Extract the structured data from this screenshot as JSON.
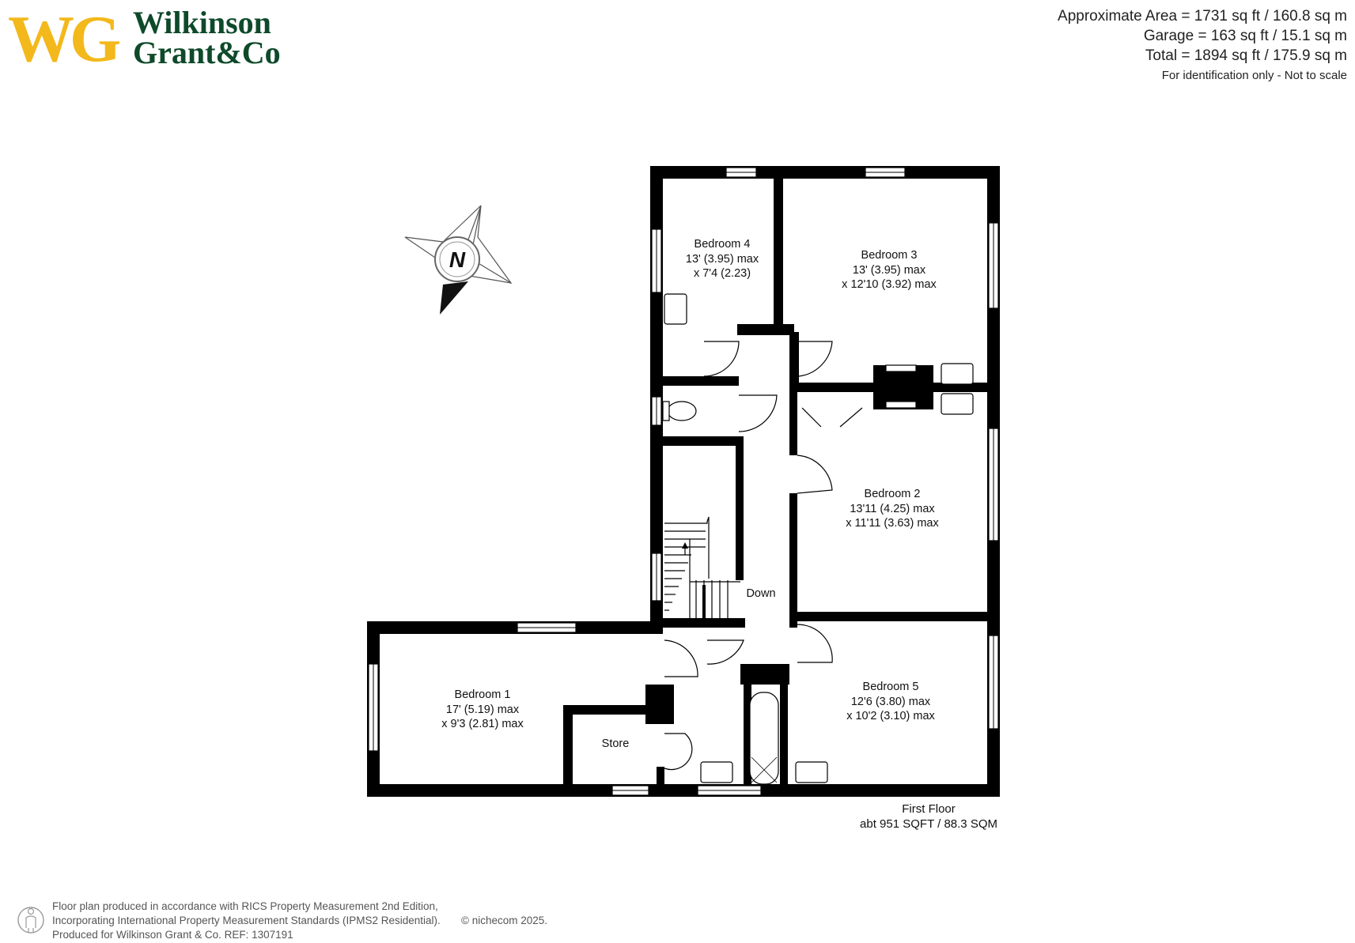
{
  "brand": {
    "logo_mark": "WG",
    "name_line1": "Wilkinson",
    "name_line2": "Grant",
    "name_amp": "&",
    "name_co": "Co",
    "primary_color": "#0e4a2a",
    "accent_color": "#f3b81b"
  },
  "areas": {
    "approximate": "Approximate Area = 1731 sq ft / 160.8  sq m",
    "garage": "Garage = 163 sq ft / 15.1 sq m",
    "total": "Total = 1894 sq ft / 175.9 sq m",
    "note": "For identification only - Not to scale"
  },
  "compass": {
    "label": "N"
  },
  "rooms": [
    {
      "name": "Bedroom 4",
      "dim1": "13' (3.95) max",
      "dim2": "x 7'4 (2.23)"
    },
    {
      "name": "Bedroom 3",
      "dim1": "13' (3.95) max",
      "dim2": "x 12'10 (3.92) max"
    },
    {
      "name": "Bedroom 2",
      "dim1": "13'11 (4.25) max",
      "dim2": "x 11'11 (3.63) max"
    },
    {
      "name": "Bedroom 1",
      "dim1": "17' (5.19) max",
      "dim2": "x 9'3 (2.81)  max"
    },
    {
      "name": "Bedroom 5",
      "dim1": "12'6 (3.80) max",
      "dim2": "x 10'2 (3.10) max"
    },
    {
      "name": "Store"
    },
    {
      "name": "Down"
    }
  ],
  "floor": {
    "name": "First Floor",
    "area": "abt 951 SQFT / 88.3  SQM"
  },
  "footer": {
    "line1": "Floor plan produced in accordance with RICS Property Measurement 2nd Edition,",
    "line2": "Incorporating International Property Measurement Standards (IPMS2 Residential).",
    "copyright": "© nichecom  2025.",
    "line3": "Produced for Wilkinson Grant & Co.   REF: 1307191"
  }
}
